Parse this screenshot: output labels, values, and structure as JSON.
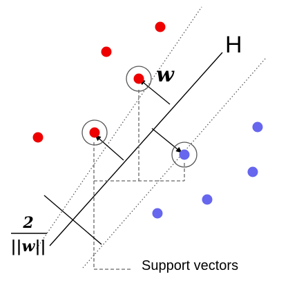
{
  "labels": {
    "hyperplane": "H",
    "weight_vector": "w",
    "margin_numerator": "2",
    "margin_denominator": "||w||",
    "support_vectors": "Support vectors"
  },
  "colors": {
    "class_positive": "#ee0000",
    "class_negative": "#6666ee",
    "line": "#000000",
    "margin_line": "#555555",
    "circle": "#555555",
    "dashed": "#666666"
  }
}
